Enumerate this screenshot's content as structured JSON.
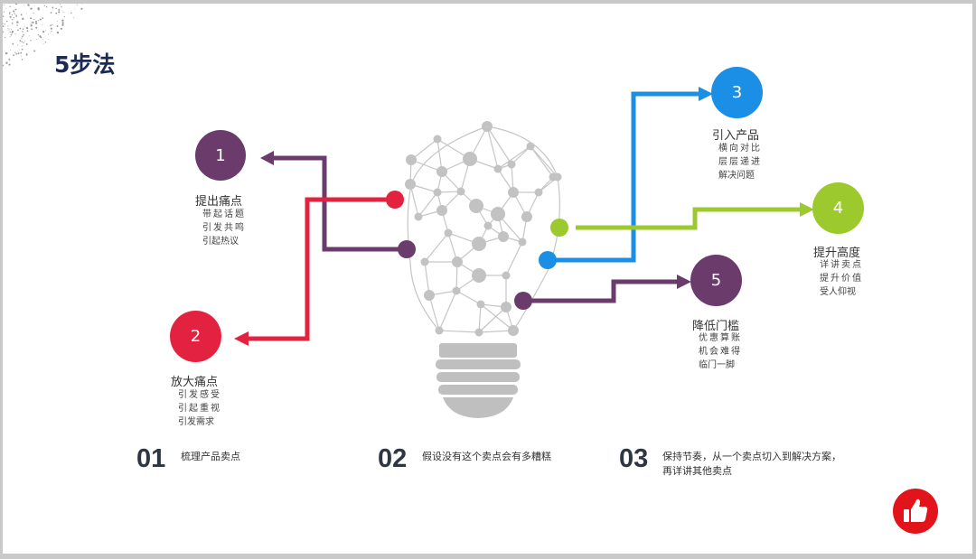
{
  "title": "5步法",
  "colors": {
    "purple": "#6b3b6b",
    "red": "#e3223f",
    "blue": "#1b8ee5",
    "green": "#9cca2e",
    "bulb_gray": "#bfbfbf",
    "thumb_red": "#e3131b"
  },
  "nodes": [
    {
      "num": "1",
      "head": "提出痛点",
      "lines": [
        "带起话题",
        "引发共鸣",
        "引起热议"
      ]
    },
    {
      "num": "2",
      "head": "放大痛点",
      "lines": [
        "引发感受",
        "引起重视",
        "引发需求"
      ]
    },
    {
      "num": "3",
      "head": "引入产品",
      "lines": [
        "横向对比",
        "层层递进",
        "解决问题"
      ]
    },
    {
      "num": "4",
      "head": "提升高度",
      "lines": [
        "详讲卖点",
        "提升价值",
        "受人仰视"
      ]
    },
    {
      "num": "5",
      "head": "降低门槛",
      "lines": [
        "优惠算账",
        "机会难得",
        "临门一脚"
      ]
    }
  ],
  "steps": [
    {
      "num": "01",
      "text": "梳理产品卖点"
    },
    {
      "num": "02",
      "text": "假设没有这个卖点会有多糟糕"
    },
    {
      "num": "03",
      "line1": "保持节奏，从一个卖点切入到解决方案，",
      "line2": "再详讲其他卖点"
    }
  ],
  "icons": {
    "thumb": "thumbs-up-icon",
    "bulb": "lightbulb-icon"
  }
}
